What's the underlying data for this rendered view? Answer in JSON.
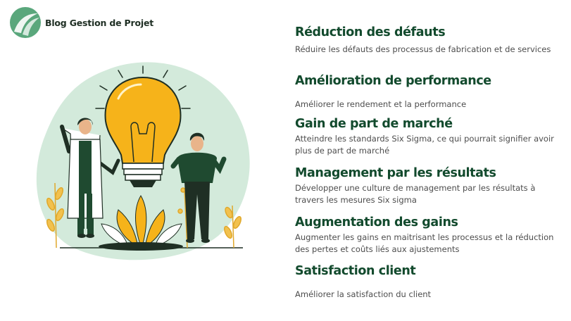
{
  "brand": {
    "name": "Blog Gestion de Projet",
    "logo_icon": "leaf-logo-icon",
    "color": "#5aa77c"
  },
  "illustration": {
    "icon": "lightbulb-idea-illustration",
    "bulb_color": "#f6b31a",
    "blob_color": "#d3eadb"
  },
  "benefits": [
    {
      "title": "Réduction des défauts",
      "description": "Réduire les défauts des processus de fabrication et de services"
    },
    {
      "title": "Amélioration de performance",
      "description": "Améliorer le rendement et la performance"
    },
    {
      "title": "Gain de part de marché",
      "description": "Atteindre les standards Six Sigma, ce qui pourrait signifier avoir plus de part de marché"
    },
    {
      "title": "Management par les résultats",
      "description": "Développer une culture de management par les résultats à travers les mesures Six sigma"
    },
    {
      "title": "Augmentation des gains",
      "description": "Augmenter les gains en maitrisant les processus et la réduction des pertes et coûts liés aux ajustements"
    },
    {
      "title": "Satisfaction client",
      "description": "Améliorer la satisfaction du client"
    }
  ],
  "colors": {
    "title": "#124a2d",
    "text": "#4d4d4d"
  }
}
